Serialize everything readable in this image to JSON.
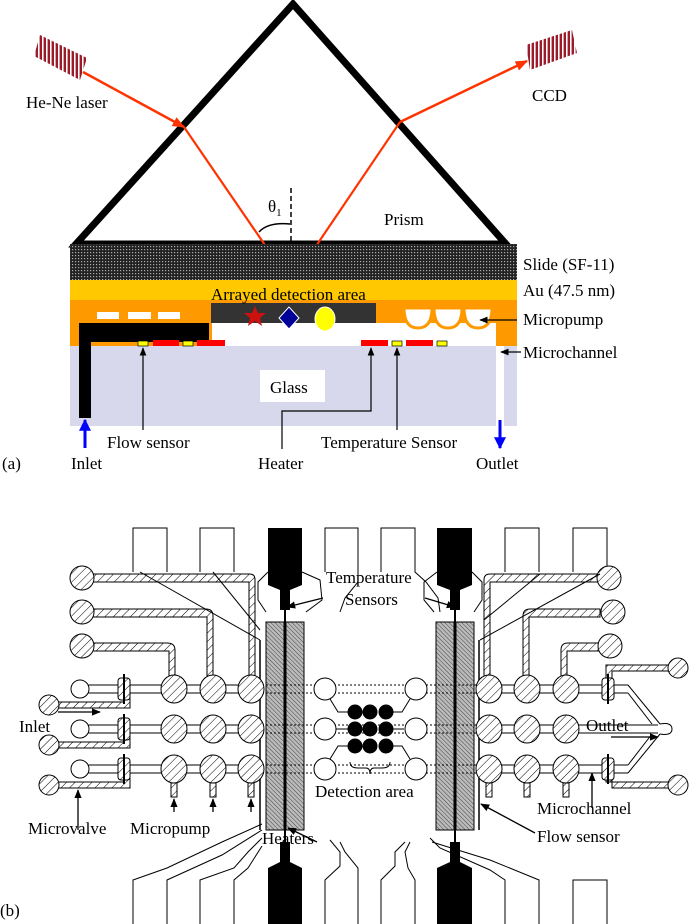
{
  "panel_a": {
    "tag": "(a)",
    "labels": {
      "laser": "He-Ne laser",
      "ccd": "CCD",
      "theta": "θ",
      "theta_sub": "1",
      "prism": "Prism",
      "slide": "Slide (SF-11)",
      "gold": "Au (47.5 nm)",
      "detection": "Arrayed detection area",
      "micropump": "Micropump",
      "microchannel": "Microchannel",
      "glass": "Glass",
      "flow_sensor": "Flow sensor",
      "heater": "Heater",
      "temp_sensor": "Temperature Sensor",
      "inlet": "Inlet",
      "outlet": "Outlet"
    },
    "colors": {
      "laser_beam": "#ff3300",
      "laser_body": "#9b1b2a",
      "gold_layer": "#ffc800",
      "pdms_layer": "#ff9900",
      "glass": "#d8d8ec",
      "heater": "#ff0000",
      "sensor": "#ffff00",
      "detection_bar": "#333333",
      "star": "#cc1111",
      "diamond": "#000099",
      "circle": "#ffff00",
      "flow_arrow": "#0000ff"
    }
  },
  "panel_b": {
    "tag": "(b)",
    "labels": {
      "temp_sensors_1": "Temperature",
      "temp_sensors_2": "Sensors",
      "inlet": "Inlet",
      "outlet": "Outlet",
      "detection": "Detection area",
      "microvalve": "Microvalve",
      "micropump": "Micropump",
      "heaters": "Heaters",
      "microchannel": "Microchannel",
      "flow_sensor": "Flow sensor"
    }
  }
}
